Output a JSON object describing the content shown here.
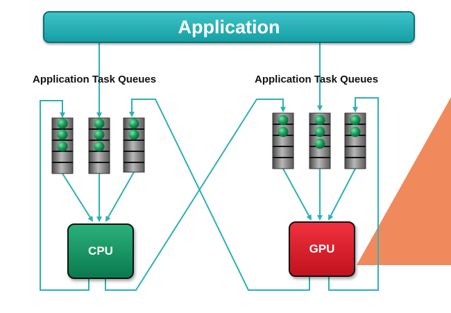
{
  "application": {
    "label": "Application"
  },
  "left_group": {
    "label": "Application Task Queues"
  },
  "right_group": {
    "label": "Application Task Queues"
  },
  "processors": {
    "cpu": "CPU",
    "gpu": "GPU"
  },
  "colors": {
    "application_bar": "#1aa7ac",
    "connector": "#2bb0b5",
    "queue_ball": "#159a57",
    "cpu": "#118a5a",
    "gpu": "#de1f2c",
    "accent_triangle": "#f08a5d"
  }
}
